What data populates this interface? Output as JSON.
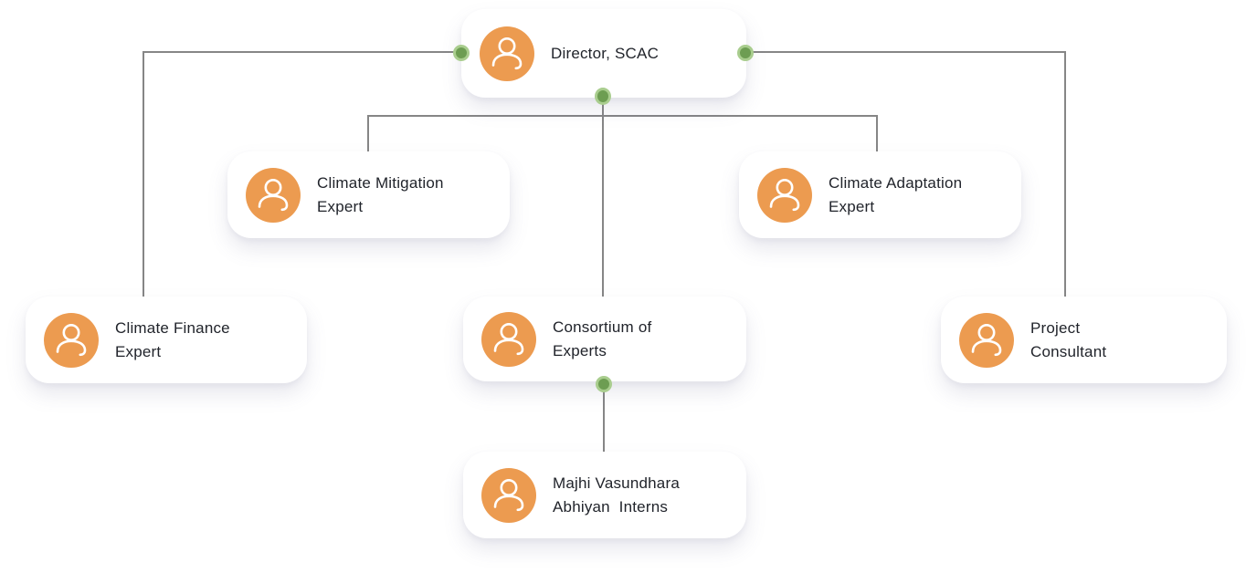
{
  "diagram_type": "org-chart",
  "colors": {
    "canvas_bg": "#FFFFFF",
    "card_bg": "#FFFFFF",
    "avatar_orange": "#EC9B50",
    "avatar_glyph": "#FFFFFF",
    "connector_gray": "#868686",
    "handle_green_core": "#6D9D52",
    "handle_green_ring": "#A9CD8E",
    "label_text": "#21242B"
  },
  "icons": {
    "node_avatar": "person-icon",
    "connection_point": "green-dot-handle"
  },
  "nodes": [
    {
      "id": "director",
      "label": "Director, SCAC"
    },
    {
      "id": "climate-mitigation",
      "label": "Climate Mitigation\nExpert"
    },
    {
      "id": "climate-adaptation",
      "label": "Climate Adaptation\nExpert"
    },
    {
      "id": "climate-finance",
      "label": "Climate Finance\nExpert"
    },
    {
      "id": "consortium",
      "label": "Consortium of\nExperts"
    },
    {
      "id": "project-consultant",
      "label": "Project\nConsultant"
    },
    {
      "id": "interns",
      "label": "Majhi Vasundhara\nAbhiyan  Interns"
    }
  ],
  "edges": [
    {
      "from": "director",
      "to": "climate-mitigation"
    },
    {
      "from": "director",
      "to": "climate-adaptation"
    },
    {
      "from": "director",
      "to": "climate-finance"
    },
    {
      "from": "director",
      "to": "consortium"
    },
    {
      "from": "director",
      "to": "project-consultant"
    },
    {
      "from": "consortium",
      "to": "interns"
    }
  ]
}
